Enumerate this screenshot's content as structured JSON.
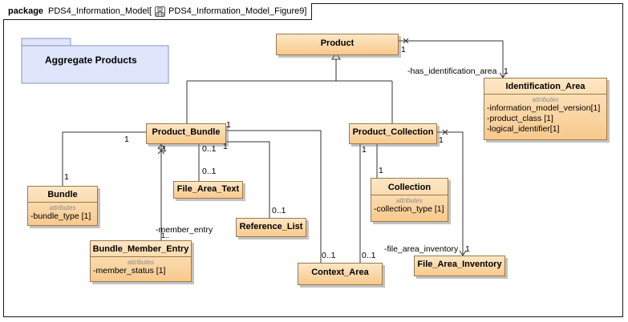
{
  "frame": {
    "keyword": "package",
    "package_name": "PDS4_Information_Model[",
    "diagram_name": "PDS4_Information_Model_Figure9]"
  },
  "package_note": {
    "label": "Aggregate Products"
  },
  "classes": {
    "product": {
      "name": "Product"
    },
    "identification_area": {
      "name": "Identification_Area",
      "stereotype": "attributes",
      "attributes": [
        "-information_model_version[1]",
        "-product_class [1]",
        "-logical_identifier[1]"
      ]
    },
    "product_bundle": {
      "name": "Product_Bundle"
    },
    "product_collection": {
      "name": "Product_Collection"
    },
    "bundle": {
      "name": "Bundle",
      "stereotype": "attributes",
      "attributes": [
        "-bundle_type [1]"
      ]
    },
    "file_area_text": {
      "name": "File_Area_Text"
    },
    "reference_list": {
      "name": "Reference_List"
    },
    "collection": {
      "name": "Collection",
      "stereotype": "attributes",
      "attributes": [
        "-collection_type [1]"
      ]
    },
    "bundle_member_entry": {
      "name": "Bundle_Member_Entry",
      "stereotype": "attributes",
      "attributes": [
        "-member_status [1]"
      ]
    },
    "context_area": {
      "name": "Context_Area"
    },
    "file_area_inventory": {
      "name": "File_Area_Inventory"
    }
  },
  "edge_labels": {
    "product_ident_src": "1",
    "has_identification_area": "-has_identification_area",
    "ident_target": "1",
    "bundle_to_bundle_src": "1",
    "bundle_to_bundle_tgt": "1",
    "pb_top_right": "1",
    "pb_member_mult": "1",
    "fat_src": "0..1",
    "fat_tgt": "0..1",
    "ref_src": "1",
    "ref_tgt": "0..1",
    "member_entry_role": "-member_entry",
    "member_entry_mult": "1..",
    "ctx_from_pb": "0..1",
    "ctx_from_pc": "0..1",
    "pc_right": "1",
    "pc_collection_src": "1",
    "pc_collection_tgt": "1",
    "file_area_inventory_role": "-file_area_inventory",
    "fai_mult": "1"
  },
  "colors": {
    "class_fill_top": "#fde7c6",
    "class_fill_bottom": "#f8c98c",
    "class_border": "#9a7a4a",
    "package_fill": "#dfe6fb",
    "line": "#333333"
  }
}
